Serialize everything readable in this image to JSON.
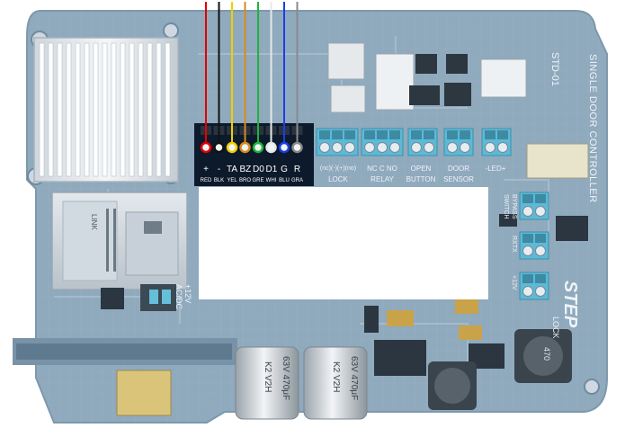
{
  "board": {
    "model_vertical": "STD-01",
    "product_name": "SINGLE DOOR CONTROLLER",
    "logo_top": "STEP",
    "logo_bottom": "LOCK",
    "power_label": "+12V",
    "power_sub": "AC/DC",
    "colors": {
      "board": "#8fa9bd",
      "board_dark": "#6f8ba1",
      "trace": "#a5bccd",
      "screw_terminal": "#5bbad7",
      "highlight_box": "#0d1a2b",
      "white_window": "#ffffff"
    }
  },
  "reader_terminal": {
    "pin_labels": [
      "+",
      "-",
      "TA",
      "BZ",
      "D0",
      "D1",
      "G",
      "R"
    ],
    "wire_labels": [
      "RED",
      "BLK",
      "YEL",
      "BRO",
      "GRE",
      "WHI",
      "BLU",
      "GRA"
    ],
    "wire_colors": [
      "#e30000",
      "#111111",
      "#f2cf00",
      "#d98a1c",
      "#1db53a",
      "#e8e8e8",
      "#1a3ee8",
      "#8a8a8a"
    ]
  },
  "terminal_groups": [
    {
      "pins": "(nc)(-)(+)(no)",
      "label": "LOCK"
    },
    {
      "pins": "NC  C  NO",
      "label": "RELAY"
    },
    {
      "pins": "OPEN",
      "label": "BUTTON"
    },
    {
      "pins": "DOOR",
      "label": "SENSOR"
    },
    {
      "pins": "-LED+",
      "label": ""
    }
  ],
  "side_terminals": [
    {
      "label": "BYPASS",
      "sub": "SWITCH"
    },
    {
      "label": "RXTX",
      "sub": ""
    },
    {
      "label": "+12V",
      "sub": ""
    }
  ],
  "capacitors": [
    {
      "text": "63V 470μF",
      "series": "K2 V2H"
    },
    {
      "text": "63V 470μF",
      "series": "K2 V2H"
    }
  ],
  "inductor_label": "470",
  "ethernet_label": "LINK"
}
